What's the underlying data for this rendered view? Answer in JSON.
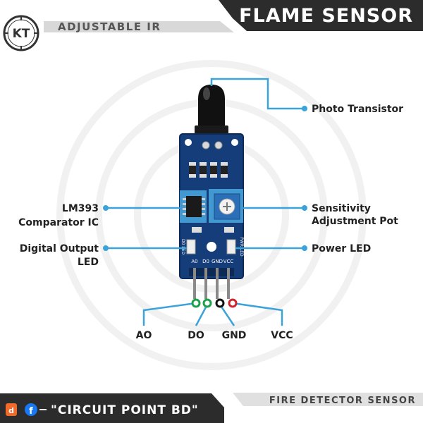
{
  "header": {
    "title": "FLAME SENSOR",
    "subtitle": "ADJUSTABLE IR",
    "logo_text": "KT"
  },
  "footer": {
    "brand": "\"CIRCUIT POINT BD\"",
    "caption": "FIRE DETECTOR SENSOR",
    "icons": [
      "shop-icon",
      "facebook-icon"
    ]
  },
  "labels": {
    "photo_transistor": "Photo Transistor",
    "lm393_line1": "LM393",
    "lm393_line2": "Comparator IC",
    "digital_output_line1": "Digital Output",
    "digital_output_line2": "LED",
    "sensitivity_line1": "Sensitivity",
    "sensitivity_line2": "Adjustment Pot",
    "power_led": "Power LED"
  },
  "board": {
    "silk_d0led": "D0 LED",
    "silk_pwrled": "PWR LED",
    "pins": [
      "A0",
      "D0",
      "GND",
      "VCC"
    ]
  },
  "pins": [
    {
      "label": "AO",
      "color": "#1ca14a"
    },
    {
      "label": "DO",
      "color": "#1ca14a"
    },
    {
      "label": "GND",
      "color": "#111111"
    },
    {
      "label": "VCC",
      "color": "#d2232a"
    }
  ],
  "colors": {
    "accent": "#3aa3d9",
    "dark": "#2c2c2c",
    "pcb": "#143d7a"
  }
}
